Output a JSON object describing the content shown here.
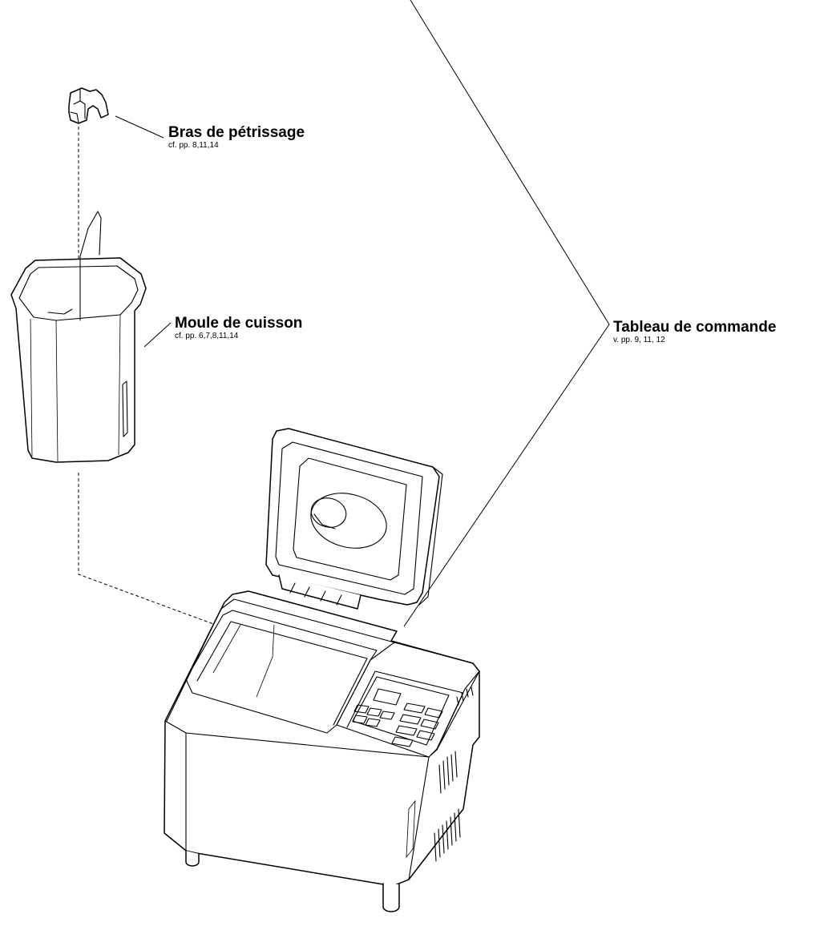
{
  "labels": {
    "kneading_arm": {
      "title": "Bras de pétrissage",
      "ref": "cf. pp. 8,11,14"
    },
    "baking_pan": {
      "title": "Moule de cuisson",
      "ref": "cf. pp. 6,7,8,11,14"
    },
    "control_panel": {
      "title": "Tableau de commande",
      "ref": "v. pp. 9, 11, 12"
    }
  },
  "colors": {
    "ink": "#000000",
    "paper": "#ffffff"
  }
}
